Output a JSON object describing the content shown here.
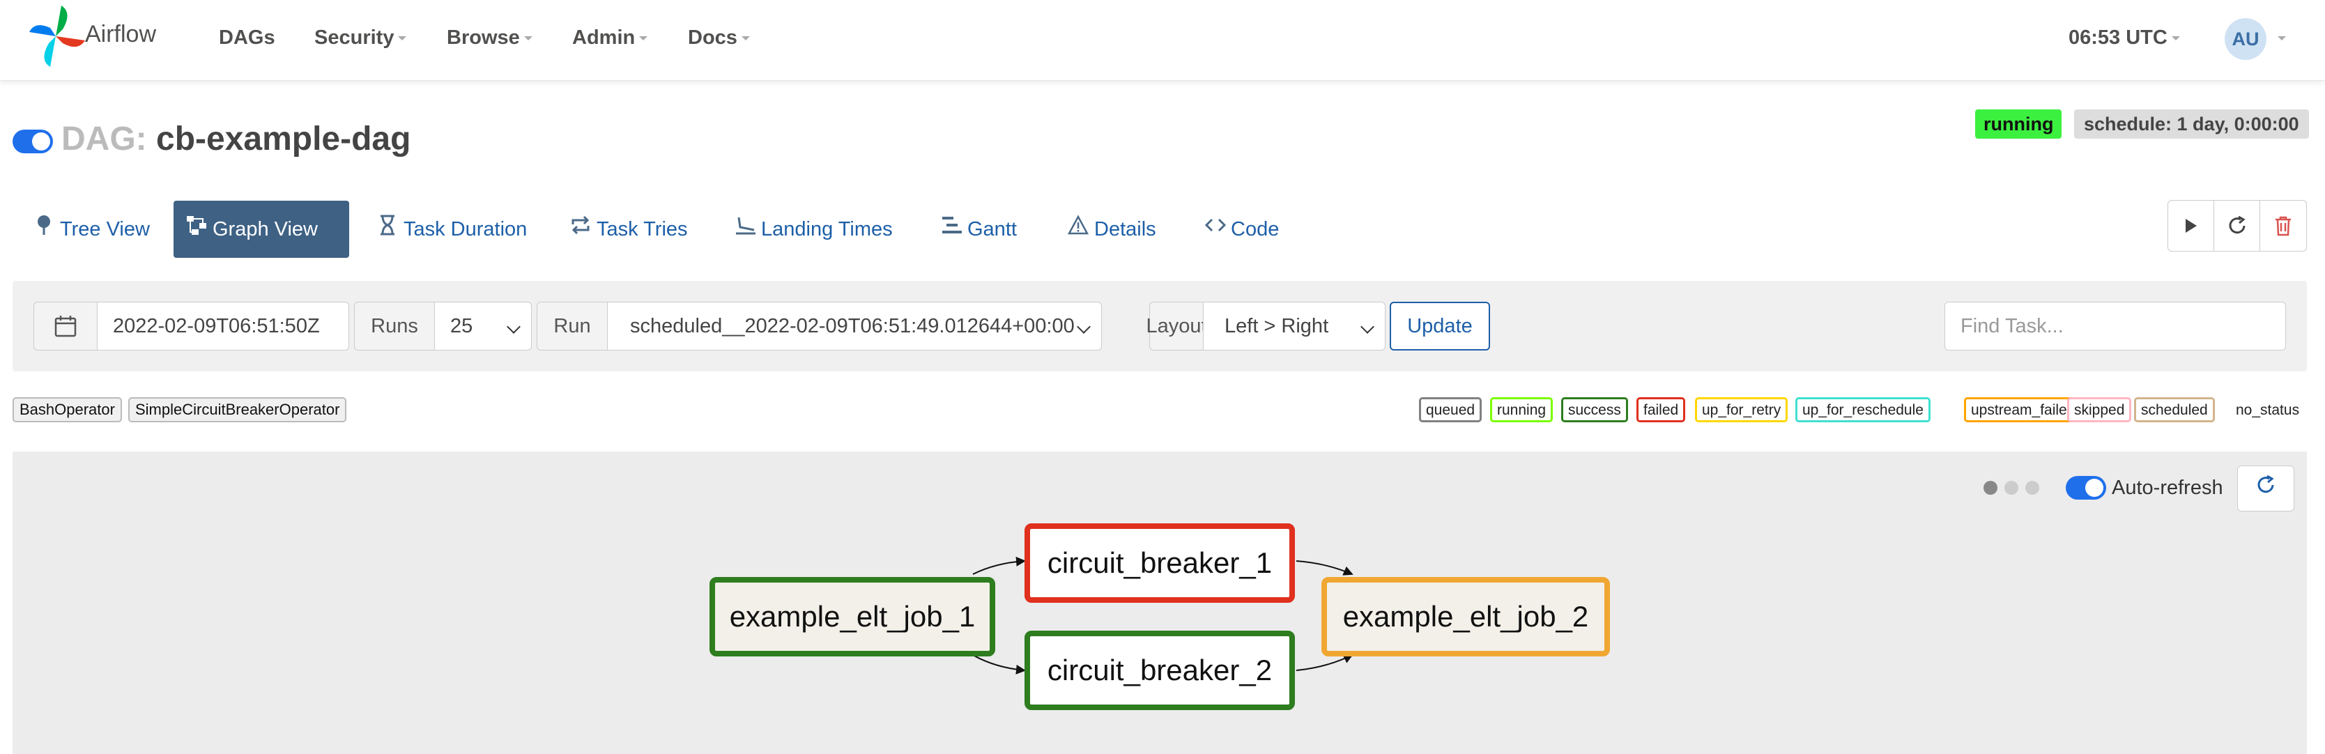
{
  "navbar": {
    "brand": "Airflow",
    "items": [
      {
        "label": "DAGs",
        "dropdown": false
      },
      {
        "label": "Security",
        "dropdown": true
      },
      {
        "label": "Browse",
        "dropdown": true
      },
      {
        "label": "Admin",
        "dropdown": true
      },
      {
        "label": "Docs",
        "dropdown": true
      }
    ],
    "clock": "06:53 UTC",
    "user_initials": "AU"
  },
  "dag": {
    "prefix": "DAG:",
    "name": "cb-example-dag",
    "paused": false,
    "state_badge": "running",
    "schedule_badge": "schedule: 1 day, 0:00:00"
  },
  "tabs": [
    {
      "label": "Tree View",
      "icon": "map-pin-icon",
      "active": false
    },
    {
      "label": "Graph View",
      "icon": "graph-icon",
      "active": true
    },
    {
      "label": "Task Duration",
      "icon": "hourglass-icon",
      "active": false
    },
    {
      "label": "Task Tries",
      "icon": "repeat-icon",
      "active": false
    },
    {
      "label": "Landing Times",
      "icon": "landing-icon",
      "active": false
    },
    {
      "label": "Gantt",
      "icon": "gantt-icon",
      "active": false
    },
    {
      "label": "Details",
      "icon": "warning-triangle-icon",
      "active": false
    },
    {
      "label": "Code",
      "icon": "code-icon",
      "active": false
    }
  ],
  "actions": [
    "play-icon",
    "refresh-icon",
    "trash-icon"
  ],
  "filters": {
    "base_date": "2022-02-09T06:51:50Z",
    "runs_label": "Runs",
    "runs_value": "25",
    "run_label": "Run",
    "run_value": "scheduled__2022-02-09T06:51:49.012644+00:00",
    "layout_label": "Layout",
    "layout_value": "Left > Right",
    "update_label": "Update",
    "find_placeholder": "Find Task..."
  },
  "operators": [
    "BashOperator",
    "SimpleCircuitBreakerOperator"
  ],
  "states": [
    {
      "label": "queued",
      "color": "#808080"
    },
    {
      "label": "running",
      "color": "#7cfc00"
    },
    {
      "label": "success",
      "color": "#2e7d1f"
    },
    {
      "label": "failed",
      "color": "#e0301e"
    },
    {
      "label": "up_for_retry",
      "color": "#ffd700"
    },
    {
      "label": "up_for_reschedule",
      "color": "#40e0d0"
    },
    {
      "label": "upstream_failed",
      "color": "#ffa500"
    },
    {
      "label": "skipped",
      "color": "#ffb6c1"
    },
    {
      "label": "scheduled",
      "color": "#d2b48c"
    },
    {
      "label": "no_status",
      "color": "#ffffff"
    }
  ],
  "graph": {
    "auto_refresh_label": "Auto-refresh",
    "auto_refresh_on": true,
    "nodes": [
      {
        "id": "example_elt_job_1",
        "state": "success"
      },
      {
        "id": "circuit_breaker_1",
        "state": "failed"
      },
      {
        "id": "circuit_breaker_2",
        "state": "success"
      },
      {
        "id": "example_elt_job_2",
        "state": "upstream_failed"
      }
    ]
  },
  "colors": {
    "link": "#1d5fa8",
    "active_tab": "#3e6184",
    "success_border": "#2e7d1f",
    "failed_border": "#e0301e",
    "upstream_failed_border": "#f0a732",
    "node_fill": "#f2f0e8"
  }
}
